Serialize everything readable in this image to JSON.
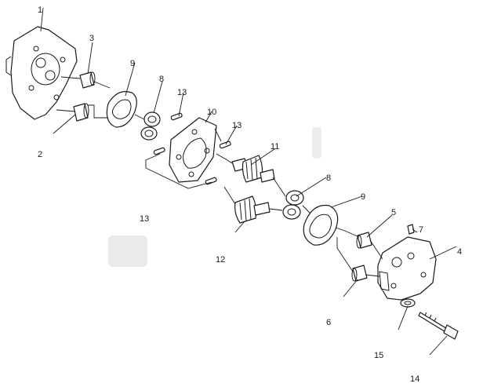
{
  "diagram": {
    "type": "exploded-parts-view",
    "callouts": {
      "c1": "1",
      "c2": "2",
      "c3": "3",
      "c4": "4",
      "c5": "5",
      "c6": "6",
      "c7": "7",
      "c8a": "8",
      "c8b": "8",
      "c9a": "9",
      "c9b": "9",
      "c10": "10",
      "c11": "11",
      "c12": "12",
      "c13a": "13",
      "c13b": "13",
      "c13c": "13",
      "c14": "14",
      "c15": "15"
    }
  }
}
